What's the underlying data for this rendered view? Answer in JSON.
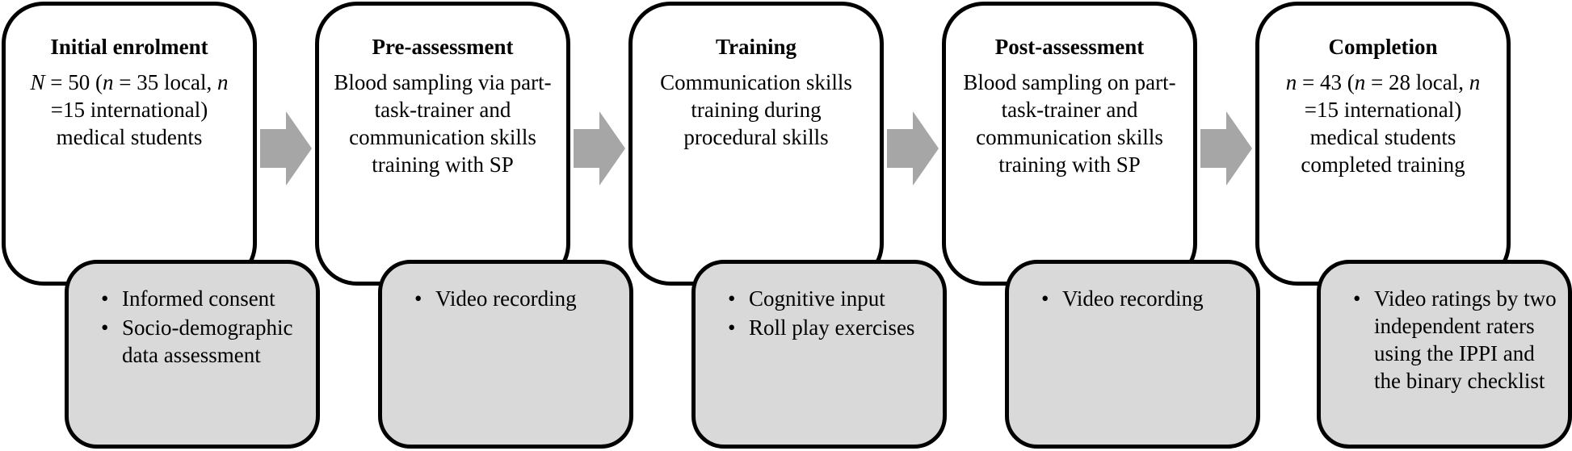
{
  "stages": [
    {
      "title": "Initial enrolment",
      "body_parts": [
        {
          "text": "N",
          "italic": true
        },
        {
          "text": " = 50 (",
          "italic": false
        },
        {
          "text": "n",
          "italic": true
        },
        {
          "text": " = 35 local, ",
          "italic": false
        },
        {
          "text": "n",
          "italic": true
        },
        {
          "text": " =15 international) medical students",
          "italic": false
        }
      ],
      "bullets": [
        "Informed consent",
        "Socio-demographic data assessment"
      ]
    },
    {
      "title": "Pre-assessment",
      "body_parts": [
        {
          "text": "Blood sampling via part-task-trainer and communication skills training with SP",
          "italic": false
        }
      ],
      "bullets": [
        "Video recording"
      ]
    },
    {
      "title": "Training",
      "body_parts": [
        {
          "text": "Communication skills training during procedural skills",
          "italic": false
        }
      ],
      "bullets": [
        "Cognitive input",
        "Roll play exercises"
      ]
    },
    {
      "title": "Post-assessment",
      "body_parts": [
        {
          "text": "Blood sampling on part-task-trainer and communication skills training with SP",
          "italic": false
        }
      ],
      "bullets": [
        "Video recording"
      ]
    },
    {
      "title": "Completion",
      "body_parts": [
        {
          "text": "n",
          "italic": true
        },
        {
          "text": " = 43 (",
          "italic": false
        },
        {
          "text": "n",
          "italic": true
        },
        {
          "text": " = 28 local, ",
          "italic": false
        },
        {
          "text": "n",
          "italic": true
        },
        {
          "text": " =15 international) medical students completed training",
          "italic": false
        }
      ],
      "bullets": [
        "Video ratings by two independent raters using the IPPI and the binary checklist"
      ]
    }
  ],
  "bullet_glyph": "•",
  "colors": {
    "border": "#000000",
    "sub_fill": "#d9d9d9",
    "arrow": "#a6a6a6"
  }
}
